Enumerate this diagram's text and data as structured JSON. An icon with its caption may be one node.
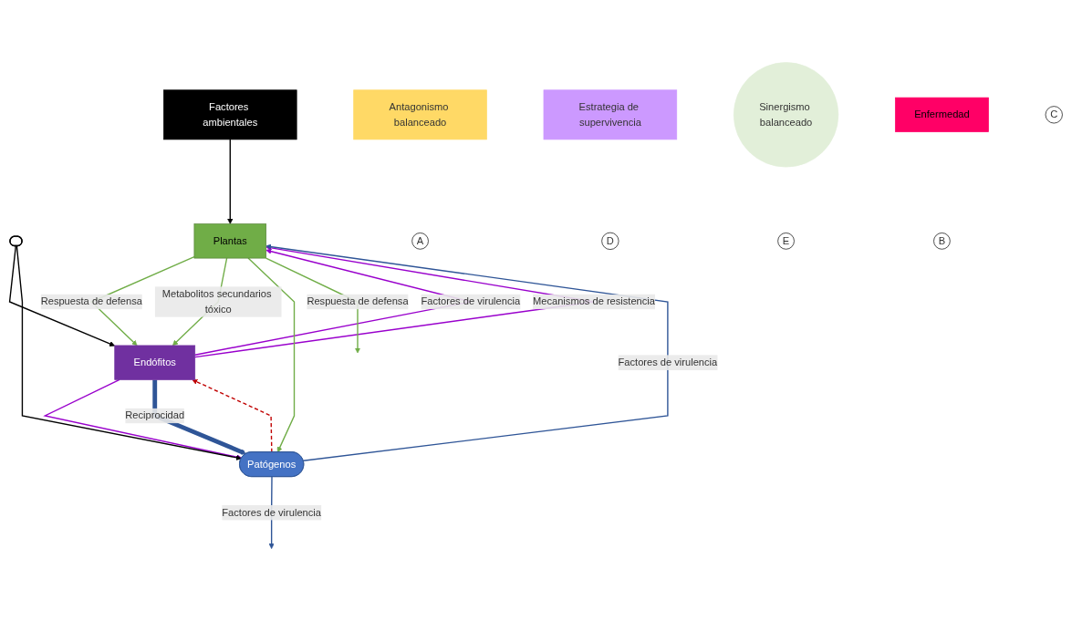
{
  "diagram": {
    "nodes": [
      {
        "text": [
          "Factores ambientales"
        ]
      },
      {
        "text": [],
        "shape": "ellipse"
      },
      {
        "text": [
          "Antagonismo balanceado"
        ]
      },
      {
        "text": [
          "Plantas"
        ]
      },
      {
        "text": [
          "Estrategia de supervivencia"
        ]
      },
      {
        "text": [
          "Enfermedad"
        ]
      },
      {
        "text": [
          "Sinergismo balanceado"
        ]
      },
      {
        "text": [
          "A"
        ]
      },
      {
        "text": [
          "D"
        ]
      },
      {
        "text": [
          "E"
        ]
      },
      {
        "text": [
          "B"
        ]
      },
      {
        "text": [
          "Endófitos"
        ]
      },
      {
        "text": [
          "Patógenos"
        ]
      },
      {
        "text": [
          "C"
        ]
      }
    ],
    "edges": [
      {
        "from": 0,
        "to": 3,
        "arrow": "to",
        "color": "#000000"
      },
      {
        "from": 3,
        "to": 11,
        "arrow": "to",
        "label": "Respuesta de defensa",
        "color": "#70ad47"
      },
      {
        "from": 11,
        "to": 3,
        "arrow": "to",
        "label": "Factores de virulencia",
        "color": "#9900cc"
      },
      {
        "from": 11,
        "to": 3,
        "arrow": "to",
        "label": "Mecanismos de resistencia",
        "color": "#9900cc"
      },
      {
        "from": 3,
        "to": 11,
        "arrow": "to",
        "label": "Metabolitos secundarios tóxico",
        "color": "#70ad47"
      },
      {
        "from": 3,
        "to": 12,
        "arrow": "to",
        "color": "#70ad47"
      },
      {
        "from": 3,
        "to": null,
        "arrow": "to",
        "label": "Respuesta de defensa",
        "color": "#70ad47"
      },
      {
        "from": 12,
        "to": 3,
        "arrow": "to",
        "label": "Factores de virulencia",
        "color": "#2f5597"
      },
      {
        "from": 12,
        "to": null,
        "arrow": "to",
        "label": "Factores de virulencia",
        "color": "#2f5597"
      },
      {
        "from": 11,
        "to": 12,
        "arrow": "to",
        "color": "#9900cc"
      },
      {
        "from": 11,
        "to": 12,
        "arrow": "to",
        "label": "Reciprocidad",
        "style": "thick",
        "color": "#2f5597"
      },
      {
        "from": 12,
        "to": 11,
        "arrow": "to",
        "style": "dashed",
        "color": "#c00000"
      },
      {
        "from": 1,
        "to": 11,
        "arrow": "to",
        "color": "#000000"
      },
      {
        "from": 1,
        "to": 12,
        "arrow": "to",
        "color": "#000000"
      }
    ]
  }
}
